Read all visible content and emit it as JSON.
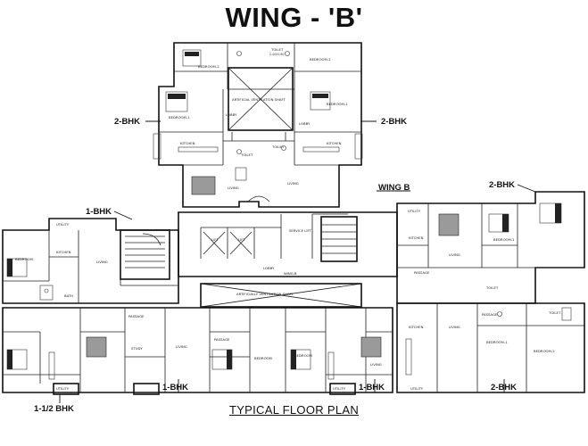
{
  "title": "WING - 'B'",
  "footer": "TYPICAL FLOOR PLAN",
  "unit_labels": {
    "top_left_2bhk": "2-BHK",
    "top_right_2bhk": "2-BHK",
    "left_1bhk": "1-BHK",
    "wing_b": "WING B",
    "right_2bhk_top": "2-BHK",
    "bottom_1_5bhk": "1-1/2 BHK",
    "bottom_1bhk_a": "1-BHK",
    "bottom_1bhk_b": "1-BHK",
    "bottom_2bhk": "2-BHK"
  },
  "rooms": {
    "bedroom2_top": "BEDROOM-2",
    "toilet_top": "TOILET",
    "toilet_top_dim": "2.40X1.60",
    "bedroom2_top_right": "BEDROOM-2",
    "bedroom1_left": "BEDROOM-1",
    "shaft_top": "ARTIFICIAL VENTILATION SHAFT",
    "bedroom1_right": "BEDROOM-1",
    "kitchen_left_top": "KITCHEN",
    "kitchen_right_top": "KITCHEN",
    "toilet_mid_left": "TOILET",
    "toilet_mid_right": "TOILET",
    "living_top_left": "LIVING",
    "living_top_right": "LIVING",
    "lobby_left": "LOBBY",
    "lobby_right": "LOBBY",
    "bedroom_1bhk": "BEDROOM",
    "kitchen_1bhk": "KITCHEN",
    "living_1bhk": "LIVING",
    "utility_1bhk": "UTILITY",
    "lift_1": "LIFT",
    "lift_2": "LIFT",
    "service_lift": "SERVICE LIFT",
    "lobby_center": "LOBBY",
    "wing_b_center": "WING-B",
    "shaft_center": "ARTIFICIALLY VENTILATION SHAFT",
    "bath_1bhk": "BATH",
    "passage_1": "PASSAGE",
    "living_b1": "LIVING",
    "bedroom_b1": "BEDROOM",
    "living_b2": "LIVING",
    "bedroom_b2": "BEDROOM",
    "passage_b": "PASSAGE",
    "utility_bottom_1": "UTILITY",
    "utility_bottom_2": "UTILITY",
    "kitchen_r1": "KITCHEN",
    "living_r1": "LIVING",
    "bedroom1_r1": "BEDROOM-1",
    "passage_r1": "PASSAGE",
    "utility_r1": "UTILITY",
    "toilet_r1": "TOILET",
    "kitchen_r2": "KITCHEN",
    "living_r2": "LIVING",
    "bedroom1_r2": "BEDROOM-1",
    "bedroom2_r2": "BEDROOM-2",
    "passage_r2": "PASSAGE",
    "toilet_r2": "TOILET",
    "utility_r2": "UTILITY",
    "study": "STUDY"
  }
}
